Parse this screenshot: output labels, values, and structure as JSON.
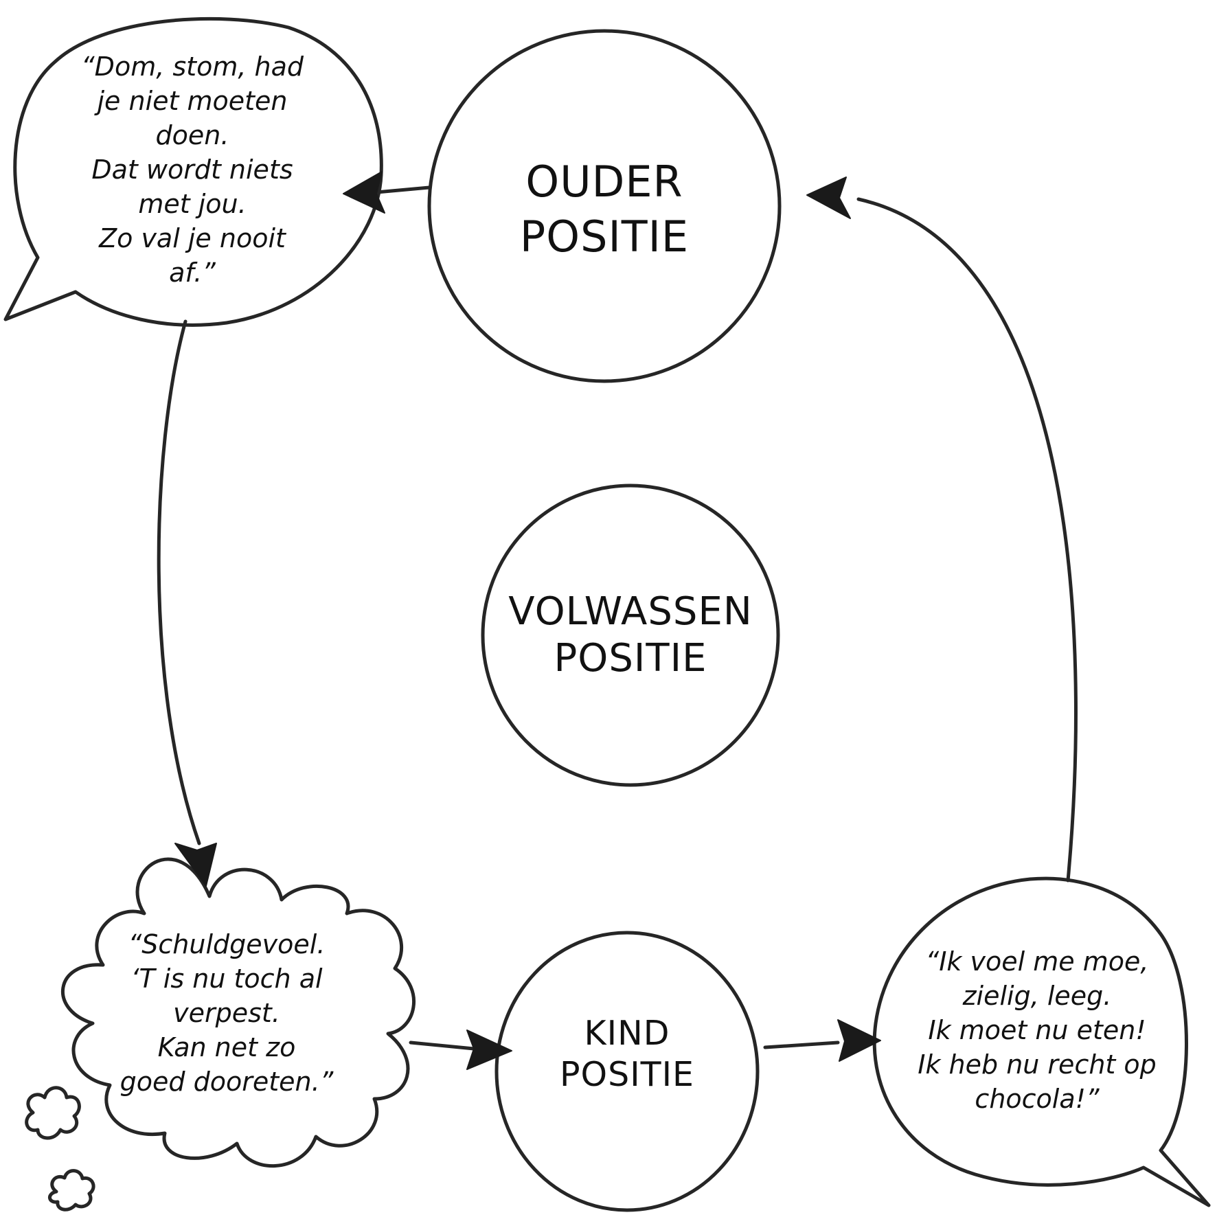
{
  "nodes": {
    "ouder": "OUDER\nPOSITIE",
    "volwassen": "VOLWASSEN\nPOSITIE",
    "kind": "KIND\nPOSITIE"
  },
  "bubbles": {
    "ouder_speech": "“Dom, stom, had\nje niet moeten\ndoen.\nDat wordt niets\nmet jou.\nZo val je nooit\naf.”",
    "kind_thought": "“Schuldgevoel.\n‘T is nu toch al\nverpest.\nKan net zo\ngoed dooreten.”",
    "kind_speech": "“Ik voel me moe,\nzielig, leeg.\nIk moet nu eten!\nIk heb nu recht op\nchocola!”"
  },
  "colors": {
    "stroke": "#262626",
    "text": "#111111",
    "background": "#ffffff"
  }
}
